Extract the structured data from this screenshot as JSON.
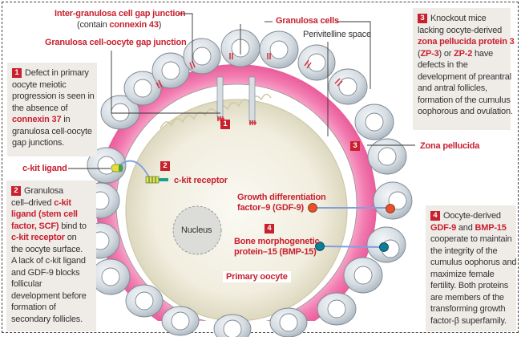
{
  "labels": {
    "inter_granulosa": "Inter-granulosa cell gap junction",
    "contain_prefix": "(contain ",
    "connexin43": "connexin 43",
    "contain_suffix": ")",
    "granulosa_oocyte": "Granulosa cell-oocyte gap junction",
    "granulosa_cells": "Granulosa cells",
    "perivitelline": "Perivitelline space",
    "zona_pellucida": "Zona pellucida",
    "ckit_ligand": "c-kit ligand",
    "ckit_receptor": "c-kit receptor",
    "gdf9_line1": "Growth differentiation",
    "gdf9_line2": "factor–9 (GDF-9)",
    "bmp15_line1": "Bone morphogenetic",
    "bmp15_line2": "protein–15 (BMP-15)",
    "nucleus": "Nucleus",
    "primary_oocyte": "Primary oocyte"
  },
  "badges": {
    "b1": "1",
    "b2": "2",
    "b3": "3",
    "b4": "4"
  },
  "boxes": {
    "box1": {
      "badge": "1",
      "t1": "Defect in primary oocyte meiotic progression is seen in the absence of ",
      "r1": "connexin 37",
      "t2": " in granulosa cell-oocyte gap junctions."
    },
    "box2": {
      "badge": "2",
      "t1": "Granulosa cell–drived ",
      "r1": "c-kit ligand (stem cell factor, SCF)",
      "t2": " bind to ",
      "r2": "c-kit receptor",
      "t3": " on the oocyte surface. A lack of c-kit ligand and GDF-9 blocks follicular development before formation of secondary follicles."
    },
    "box3": {
      "badge": "3",
      "t1": "Knockout mice lacking oocyte-derived ",
      "r1": "zona pellucida protein 3",
      "t2": " (",
      "r2": "ZP-3",
      "t3": ") or ",
      "r3": "ZP-2",
      "t4": " have defects in the development of preantral and antral follicles, formation of the cumulus oophorous and ovulation."
    },
    "box4": {
      "badge": "4",
      "t1": "Oocyte-derived ",
      "r1": "GDF-9",
      "t2": " and ",
      "r2": "BMP-15",
      "t3": " cooperate to maintain the integrity of the cumulus oophorus and maximize female fertility. Both proteins are members of the transforming growth factor-β superfamily."
    }
  },
  "colors": {
    "accent_red": "#c8202f",
    "zona": "#f06aa0",
    "gdf9_dot": "#e8502a",
    "bmp15_dot": "#0a7f95",
    "box_bg": "#efece8"
  }
}
